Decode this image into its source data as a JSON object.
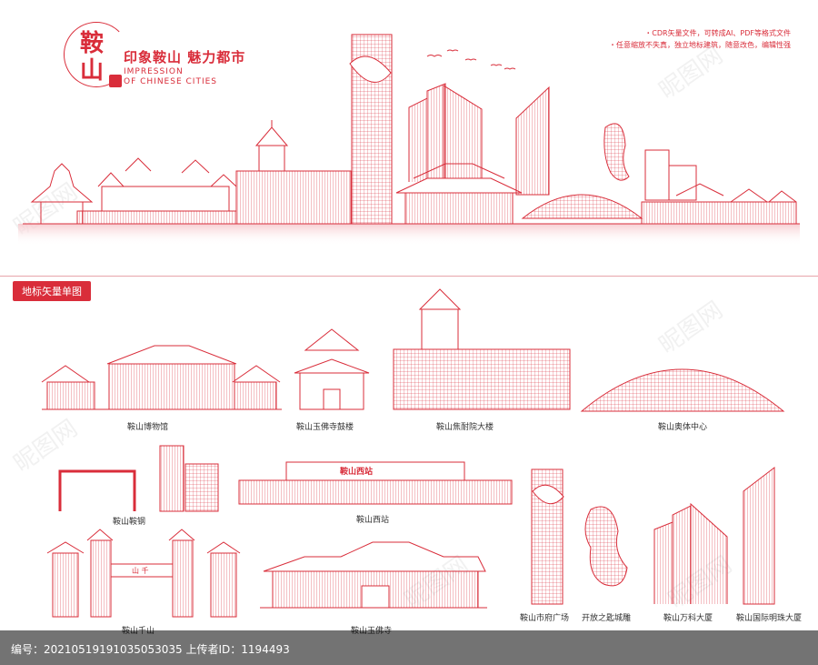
{
  "colors": {
    "accent": "#d92d3a",
    "light": "#f3b7bd"
  },
  "header": {
    "logo_top": "鞍",
    "logo_bottom": "山",
    "slogan_cn": "印象鞍山 魅力都市",
    "slogan_en_1": "IMPRESSION",
    "slogan_en_2": "OF CHINESE CITIES",
    "note_1": "・CDR矢量文件，可转成AI、PDF等格式文件",
    "note_2": "・任意缩放不失真，独立地标建筑，随意改色，编辑性强"
  },
  "section_tag": "地标矢量单图",
  "landmarks": [
    {
      "label": "鞍山博物馆"
    },
    {
      "label": "鞍山玉佛寺鼓楼"
    },
    {
      "label": "鞍山焦耐院大楼"
    },
    {
      "label": "鞍山奥体中心"
    },
    {
      "label": "鞍山鞍钢"
    },
    {
      "label": "鞍山西站"
    },
    {
      "label": "鞍山市府广场"
    },
    {
      "label": "开放之匙城雕"
    },
    {
      "label": "鞍山万科大厦"
    },
    {
      "label": "鞍山国际明珠大厦"
    },
    {
      "label": "鞍山千山"
    },
    {
      "label": "鞍山玉佛寺"
    }
  ],
  "signs": {
    "station": "鞍山西站",
    "gate": "山 千"
  },
  "footer": {
    "text": "编号：20210519191035053035 上传者ID：1194493"
  },
  "watermark": "昵图网"
}
